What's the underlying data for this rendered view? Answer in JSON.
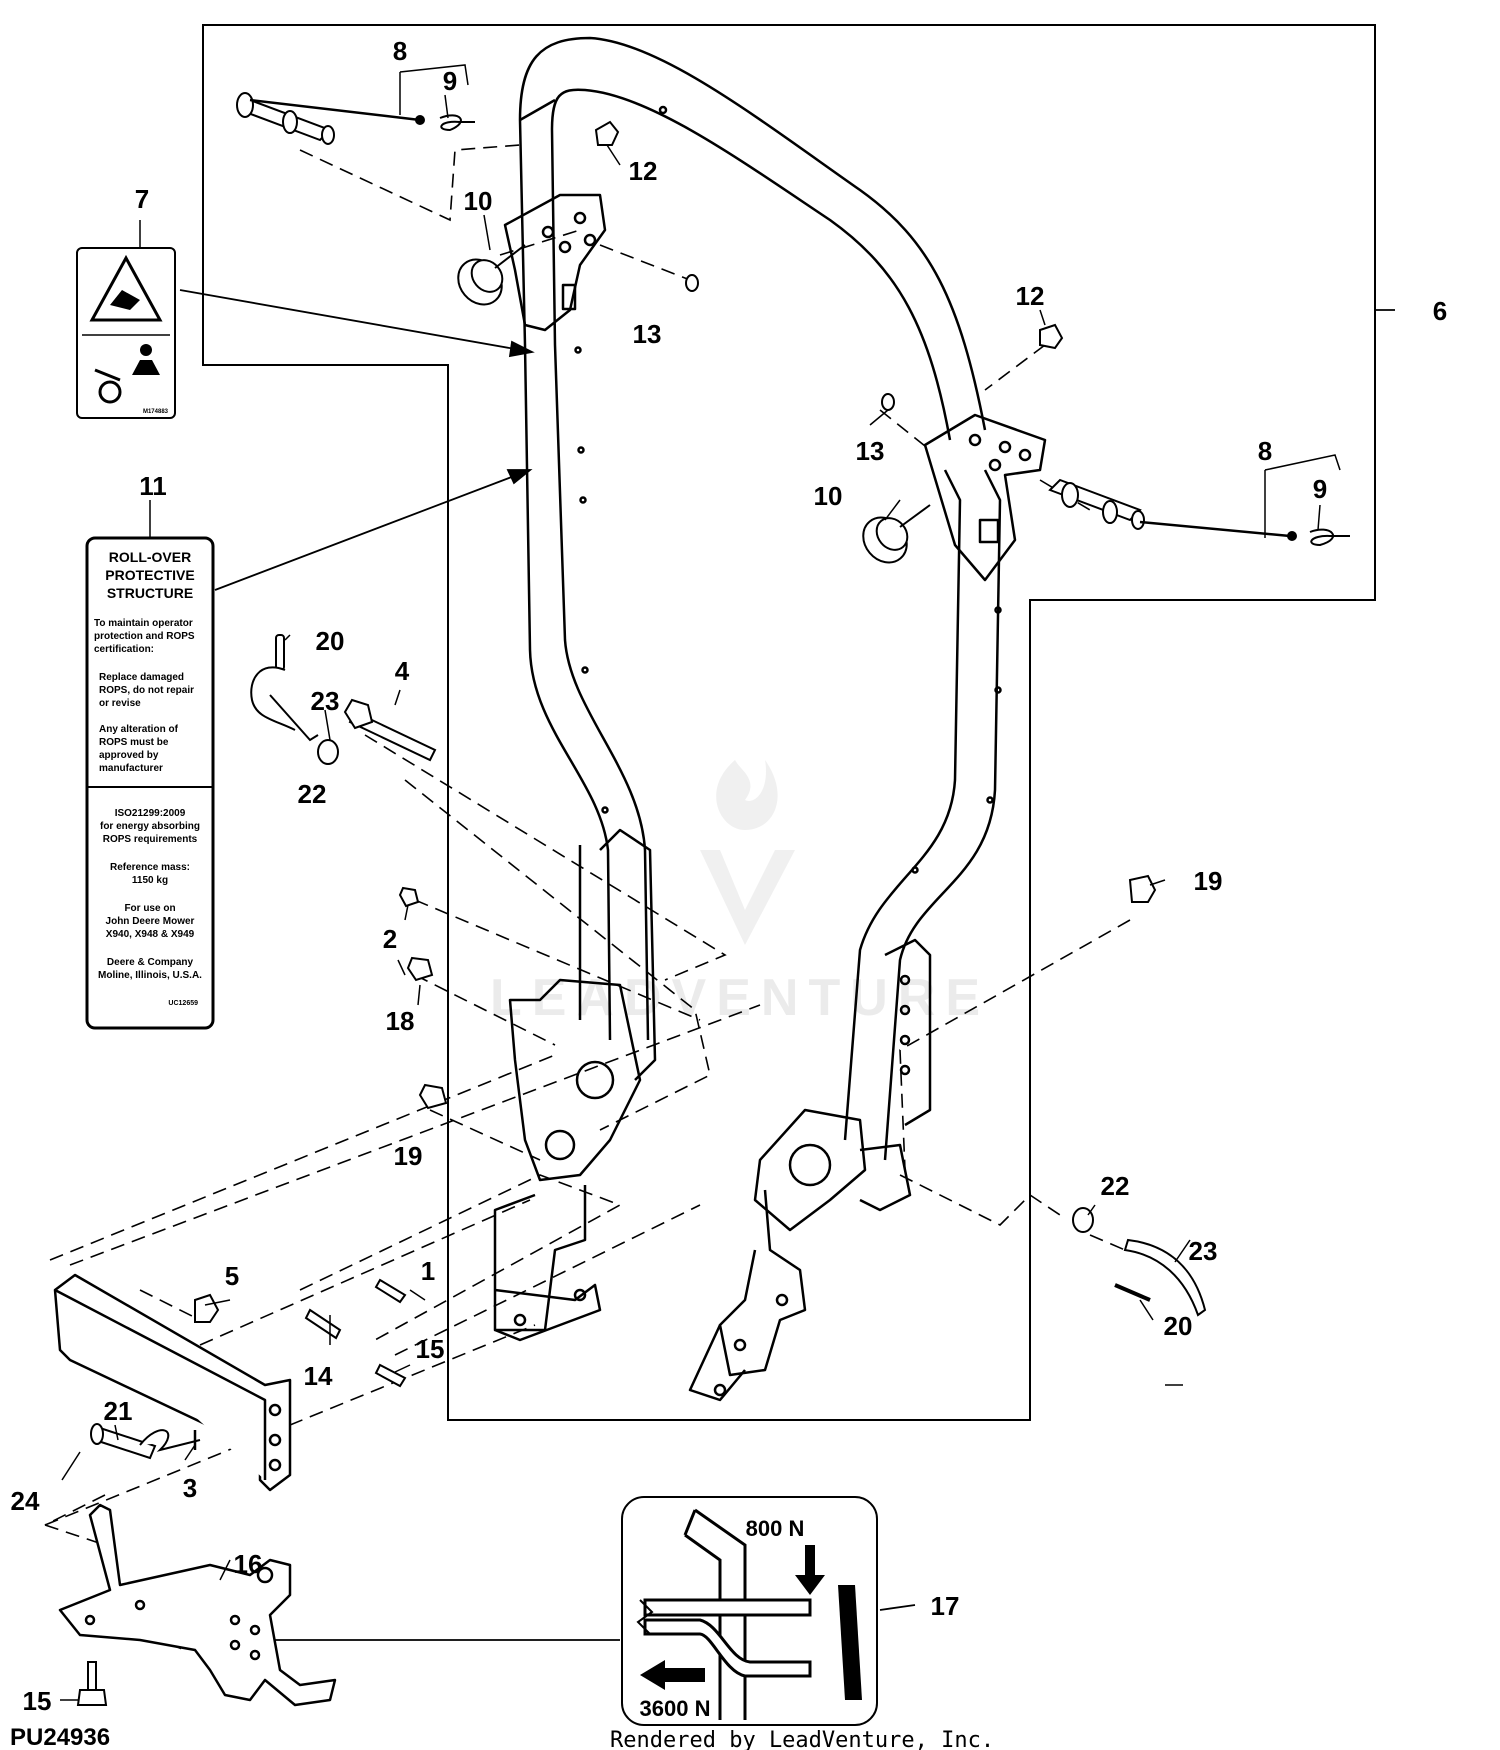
{
  "diagram": {
    "part_number": "PU24936",
    "footer": "Rendered by LeadVenture, Inc.",
    "watermark": "LEADVENTURE",
    "callouts": {
      "c1": "1",
      "c2": "2",
      "c3": "3",
      "c4": "4",
      "c5": "5",
      "c6": "6",
      "c7": "7",
      "c8a": "8",
      "c8b": "8",
      "c9a": "9",
      "c9b": "9",
      "c10a": "10",
      "c10b": "10",
      "c11": "11",
      "c12a": "12",
      "c12b": "12",
      "c13a": "13",
      "c13b": "13",
      "c14": "14",
      "c15a": "15",
      "c15b": "15",
      "c16": "16",
      "c17": "17",
      "c18": "18",
      "c19a": "19",
      "c19b": "19",
      "c20a": "20",
      "c20b": "20",
      "c21": "21",
      "c22a": "22",
      "c22b": "22",
      "c23a": "23",
      "c23b": "23",
      "c24": "24"
    },
    "decal7": {
      "code": "M174883"
    },
    "decal11": {
      "title_lines": [
        "ROLL-OVER",
        "PROTECTIVE",
        "STRUCTURE"
      ],
      "lines": [
        "To maintain operator",
        "protection and ROPS",
        "certification:",
        "Replace damaged",
        "ROPS, do not repair",
        "or revise",
        "Any alteration of",
        "ROPS must be",
        "approved by",
        "manufacturer",
        "ISO21299:2009",
        "for energy absorbing",
        "ROPS requirements",
        "Reference mass:",
        "1150 kg",
        "For use on",
        "John Deere Mower",
        "X940, X948 & X949",
        "Deere & Company",
        "Moline, Illinois, U.S.A."
      ],
      "code": "UC12659"
    },
    "decal17": {
      "force_top": "800 N",
      "force_bottom": "3600 N"
    }
  }
}
